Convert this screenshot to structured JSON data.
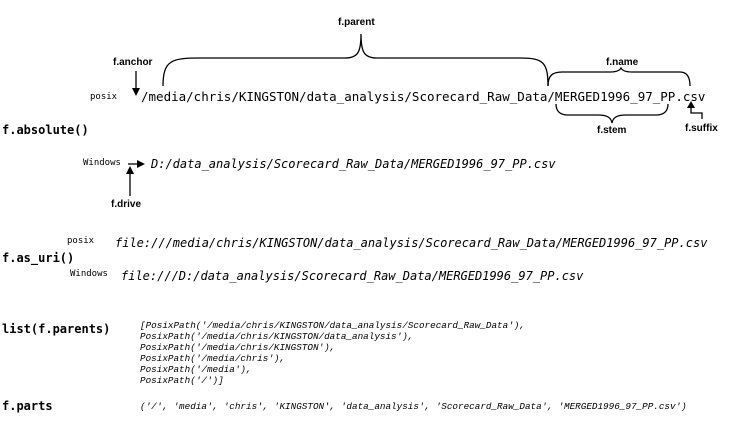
{
  "labels": {
    "parent": "f.parent",
    "anchor": "f.anchor",
    "name": "f.name",
    "stem": "f.stem",
    "suffix": "f.suffix",
    "drive": "f.drive"
  },
  "posix_path": {
    "os": "posix",
    "anchor_part": "/",
    "parent_rest": "media/chris/KINGSTON/data_analysis/Scorecard_Raw_Data/",
    "stem": "MERGED1996_97_PP",
    "suffix": ".csv"
  },
  "absolute": {
    "heading": "f.absolute()",
    "os": "Windows",
    "drive": "D:",
    "rest": "/data_analysis/",
    "italic_rest": "Scorecard_Raw_Data/MERGED1996_97_PP.csv"
  },
  "as_uri": {
    "heading": "f.as_uri()",
    "posix_os": "posix",
    "posix_uri": "file:///media/chris/KINGSTON/data_analysis/Scorecard_Raw_Data/MERGED1996_97_PP.csv",
    "windows_os": "Windows",
    "windows_uri": "file:///D:/data_analysis/Scorecard_Raw_Data/MERGED1996_97_PP.csv"
  },
  "parents": {
    "heading": "list(f.parents)",
    "lines": [
      "[PosixPath('/media/chris/KINGSTON/data_analysis/Scorecard_Raw_Data'),",
      "PosixPath('/media/chris/KINGSTON/data_analysis'),",
      "PosixPath('/media/chris/KINGSTON'),",
      "PosixPath('/media/chris'),",
      "PosixPath('/media'),",
      "PosixPath('/')]"
    ]
  },
  "parts": {
    "heading": "f.parts",
    "value": "('/', 'media', 'chris', 'KINGSTON', 'data_analysis', 'Scorecard_Raw_Data', 'MERGED1996_97_PP.csv')"
  }
}
